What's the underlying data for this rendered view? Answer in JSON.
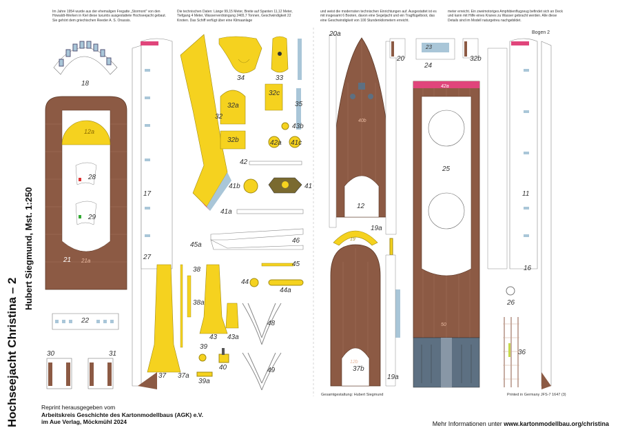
{
  "side_title": "Hochseejacht Christina – 2",
  "side_subtitle": "Hubert Siegmund, Mst. 1:250",
  "intro_columns": [
    "Im Jahre 1954 wurde aus der ehemaligen Fregatte „Stormont\" von den Howaldt-Werken in Kiel diese luxuriös ausgestattete Hochseejacht gebaut. Sie gehört dem griechischen Reeder A. S. Onassis.",
    "Die technischen Daten: Länge 99,15 Meter, Breite auf Spanten 11,12 Meter, Tiefgang 4 Meter, Wasserverdrängung 2465,7 Tonnen, Geschwindigkeit 22 Knoten. Das Schiff verfügt über eine Klimaanlage",
    "und weist die modernsten technischen Einrichtungen auf. Ausgestattet ist es mit insgesamt 6 Booten, davon eine Segeljacht und ein Tragflügelboot, das eine Geschwindigkeit von 100 Stundenkilometern erreicht.",
    "meter erreicht. Ein zweimotoriges Amphibienflugzeug befindet sich an Deck und kann mit Hilfe eines Kranes zu Wasser gebracht werden. Alle diese Details sind im Modell naturgetreu nachgebildet."
  ],
  "bogen": "Bogen 2",
  "part_labels": [
    "18",
    "12a",
    "28",
    "29",
    "21",
    "21a",
    "22",
    "30",
    "31",
    "17",
    "27",
    "32",
    "34",
    "33",
    "32a",
    "32c",
    "35",
    "32b",
    "43b",
    "42a",
    "41c",
    "42",
    "41b",
    "41",
    "41a",
    "46",
    "45a",
    "45",
    "44",
    "44a",
    "38",
    "38a",
    "43",
    "43a",
    "48",
    "49",
    "37",
    "37a",
    "39",
    "39a",
    "40",
    "20a",
    "12",
    "19a",
    "37b",
    "19",
    "19a",
    "20",
    "24",
    "23",
    "32b",
    "25",
    "11",
    "16",
    "26",
    "36",
    "50",
    "40b",
    "42a",
    "12b",
    "21a"
  ],
  "credit_design": "Gesamtgestaltung: Hubert Siegmund",
  "credit_printed": "Printed in Germany   JFS-7 1647 (3)",
  "reprint_lines": [
    "Reprint herausgegeben vom",
    "Arbeitskreis Geschichte des Kartonmodellbaus (AGK) e.V.",
    "im Aue Verlag, Möckmühl 2024"
  ],
  "more_info_prefix": "Mehr Informationen unter ",
  "more_info_url": "www.kartonmodellbau.org/christina",
  "colors": {
    "deck_brown": "#8c5a44",
    "part_yellow": "#f5d21f",
    "accent_pink": "#e0457b",
    "hull_blue_grey": "#5d7082",
    "window_blue": "#a9c6d8"
  }
}
